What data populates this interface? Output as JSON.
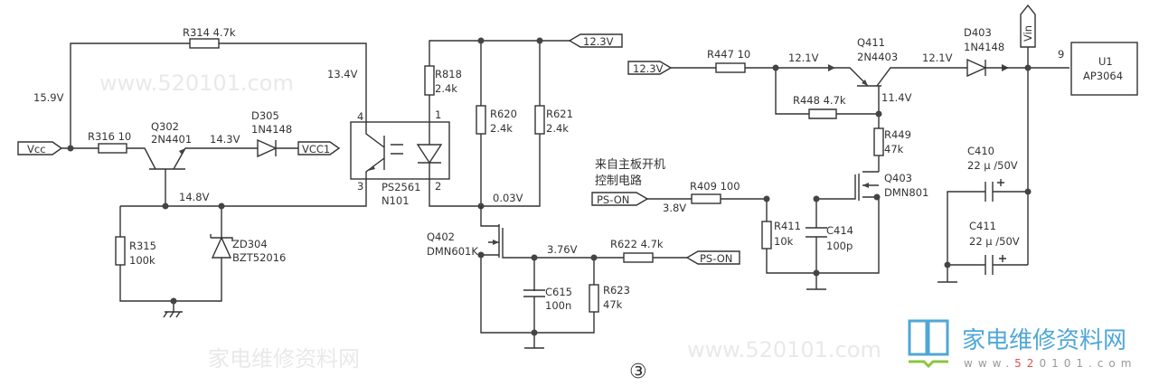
{
  "figure_number": "③",
  "nets": {
    "vcc": "Vcc",
    "vcc1": "VCC1",
    "v12_3_a": "12.3V",
    "v12_3_b": "12.3V",
    "ps_on_a": "PS-ON",
    "ps_on_b": "PS-ON",
    "vin": "Vin"
  },
  "voltages": {
    "v15_9": "15.9V",
    "v13_4": "13.4V",
    "v14_3": "14.3V",
    "v14_8": "14.8V",
    "v0_03": "0.03V",
    "v3_76": "3.76V",
    "v3_8": "3.8V",
    "v12_1_a": "12.1V",
    "v12_1_b": "12.1V",
    "v11_4": "11.4V"
  },
  "components": {
    "r314": "R314  4.7k",
    "r316": "R316  10",
    "q302": {
      "ref": "Q302",
      "part": "2N4401"
    },
    "d305": {
      "ref": "D305",
      "part": "1N4148"
    },
    "r315": {
      "ref": "R315",
      "value": "100k"
    },
    "zd304": {
      "ref": "ZD304",
      "part": "BZT52016"
    },
    "opto": {
      "ref": "PS2561",
      "sub": "N101",
      "pin1": "1",
      "pin2": "2",
      "pin3": "3",
      "pin4": "4"
    },
    "r818": {
      "ref": "R818",
      "value": "2.4k"
    },
    "r620": {
      "ref": "R620",
      "value": "2.4k"
    },
    "r621": {
      "ref": "R621",
      "value": "2.4k"
    },
    "q402": {
      "ref": "Q402",
      "part": "DMN601K"
    },
    "r622": "R622  4.7k",
    "c615": {
      "ref": "C615",
      "value": "100n"
    },
    "r623": {
      "ref": "R623",
      "value": "47k"
    },
    "r447": "R447  10",
    "q411": {
      "ref": "Q411",
      "part": "2N4403"
    },
    "d403": {
      "ref": "D403",
      "part": "1N4148"
    },
    "r448": "R448  4.7k",
    "r449": {
      "ref": "R449",
      "value": "47k"
    },
    "q403": {
      "ref": "Q403",
      "part": "DMN801"
    },
    "r409": "R409  100",
    "r411": {
      "ref": "R411",
      "value": "10k"
    },
    "c414": {
      "ref": "C414",
      "value": "100p"
    },
    "c410": {
      "ref": "C410",
      "value": "22 μ /50V"
    },
    "c411": {
      "ref": "C411",
      "value": "22 μ /50V"
    },
    "u1": {
      "ref": "U1",
      "part": "AP3064",
      "pin": "9"
    }
  },
  "annotation": {
    "line1": "来自主板开机",
    "line2": "控制电路"
  },
  "watermark": {
    "text": "家电维修资料网",
    "url": "www.520101.com",
    "logo_text": "家电维修资料网",
    "logo_url_a": "www.",
    "logo_url_b": "52",
    "logo_url_c": "0101.com"
  },
  "colors": {
    "wire": "#333333",
    "logo_blue": "#4fa7d6",
    "logo_green": "#8cc63f",
    "logo_red": "#e05050"
  }
}
